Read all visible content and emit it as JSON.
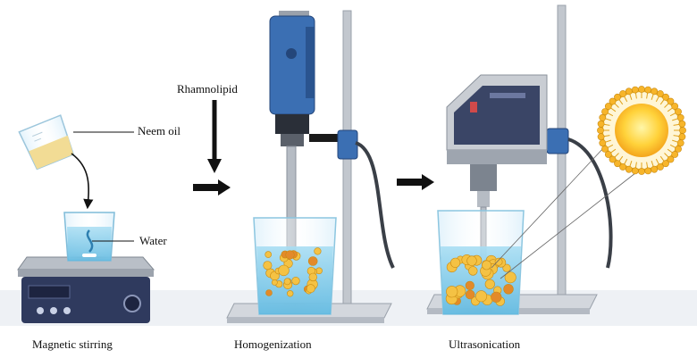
{
  "labels": {
    "neem_oil": "Neem oil",
    "water": "Water",
    "rhamnolipid": "Rhamnolipid"
  },
  "steps": [
    {
      "caption": "Magnetic stirring"
    },
    {
      "caption": "Homogenization"
    },
    {
      "caption": "Ultrasonication"
    }
  ],
  "colors": {
    "water": "#8fd3ef",
    "oil_yellow": "#f4c244",
    "equipment_blue": "#3b6fb3",
    "stirrer_body": "#2f3a5e",
    "lab_base": "#e8ecf2"
  }
}
